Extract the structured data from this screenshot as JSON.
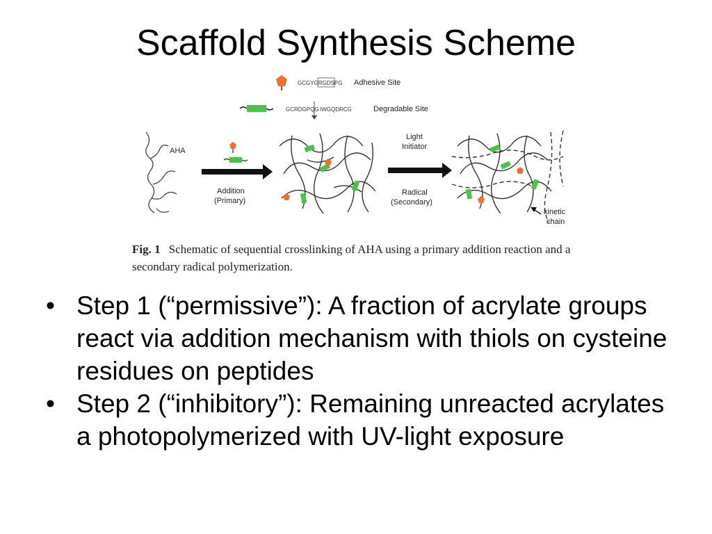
{
  "slide": {
    "title": "Scaffold Synthesis Scheme"
  },
  "figure": {
    "legend": [
      {
        "sequence": "GCGYGRGDSPG",
        "label": "Adhesive Site",
        "icon": "orange-pentagon-icon",
        "color": "#f07030"
      },
      {
        "sequence": "GCRDGPQG",
        "sequence2": "IWGQDRCG",
        "label": "Degradable Site",
        "icon": "green-rectangle-icon",
        "color": "#4cc24a"
      }
    ],
    "labels": {
      "aha": "AHA",
      "addition_line1": "Addition",
      "addition_line2": "(Primary)",
      "light_line1": "Light",
      "light_line2": "Initiator",
      "radical_line1": "Radical",
      "radical_line2": "(Secondary)",
      "kinetic_line1": "kinetic",
      "kinetic_line2": "chain"
    },
    "caption": {
      "label": "Fig. 1",
      "text": "Schematic of sequential crosslinking of AHA using a primary addition reaction and a secondary radical polymerization."
    }
  },
  "bullets": [
    {
      "marker": "•",
      "text": "Step 1 (“permissive”): A fraction of acrylate groups react via addition mechanism with thiols on cysteine residues on peptides"
    },
    {
      "marker": "•",
      "text": "Step 2 (“inhibitory”): Remaining unreacted acrylates a photopolymerized with UV-light exposure"
    }
  ]
}
